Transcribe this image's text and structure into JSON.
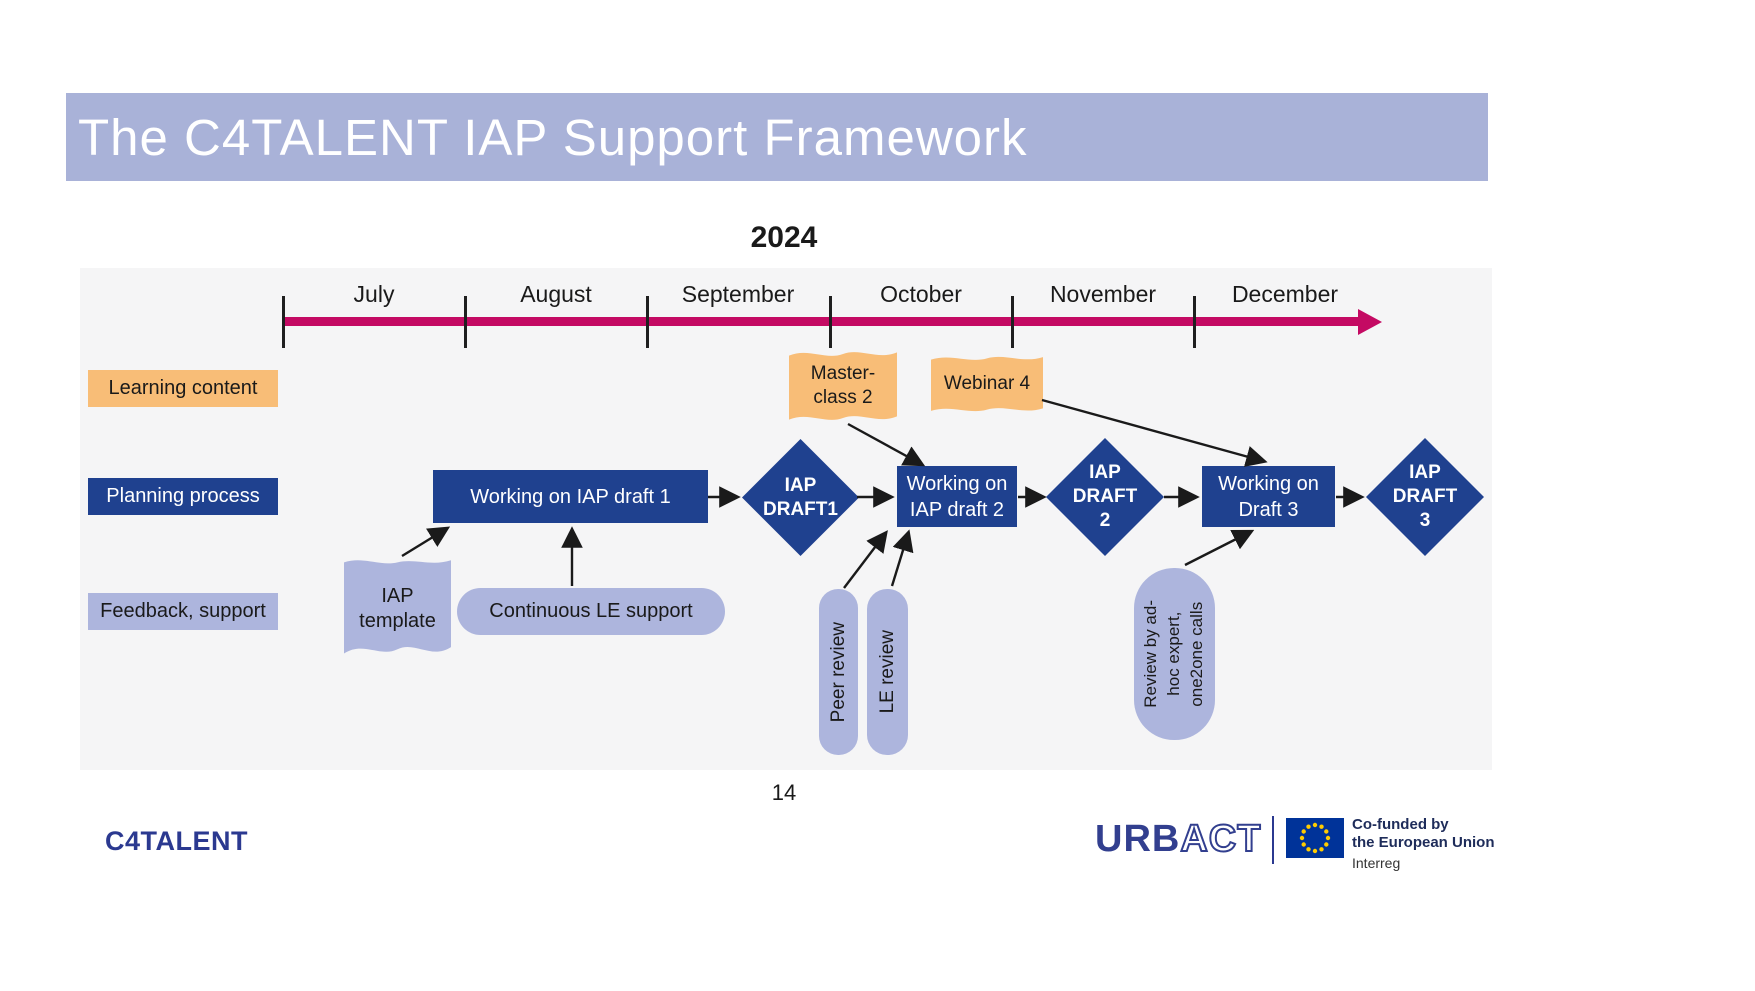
{
  "slide": {
    "title": "The C4TALENT IAP Support Framework",
    "year": "2024",
    "page_number": "14"
  },
  "timeline": {
    "months": [
      "July",
      "August",
      "September",
      "October",
      "November",
      "December"
    ]
  },
  "rows": {
    "learning": "Learning content",
    "planning": "Planning process",
    "feedback": "Feedback, support"
  },
  "learning_items": {
    "masterclass": "Master-\nclass 2",
    "webinar": "Webinar 4"
  },
  "planning_items": {
    "draft1_work": "Working on IAP draft 1",
    "draft1": "IAP\nDRAFT1",
    "draft2_work": "Working on\nIAP draft 2",
    "draft2": "IAP\nDRAFT\n2",
    "draft3_work": "Working on\nDraft 3",
    "draft3": "IAP\nDRAFT\n3"
  },
  "feedback_items": {
    "iap_template": "IAP\ntemplate",
    "continuous": "Continuous LE support",
    "peer_review": "Peer review",
    "le_review": "LE review",
    "adhoc": "Review by ad-\nhoc expert,\none2one calls"
  },
  "footer": {
    "c4talent": "C4TALENT",
    "urbact_solid": "URB",
    "urbact_outline": "ACT",
    "eu_line1": "Co-funded by",
    "eu_line2": "the European Union",
    "interreg": "Interreg"
  },
  "colors": {
    "banner": "#a9b2d8",
    "timeline": "#c40a63",
    "orange": "#f8bd77",
    "dark_blue": "#1f418f",
    "light_purple": "#adb5dd",
    "diagram_bg": "#f5f5f6"
  }
}
